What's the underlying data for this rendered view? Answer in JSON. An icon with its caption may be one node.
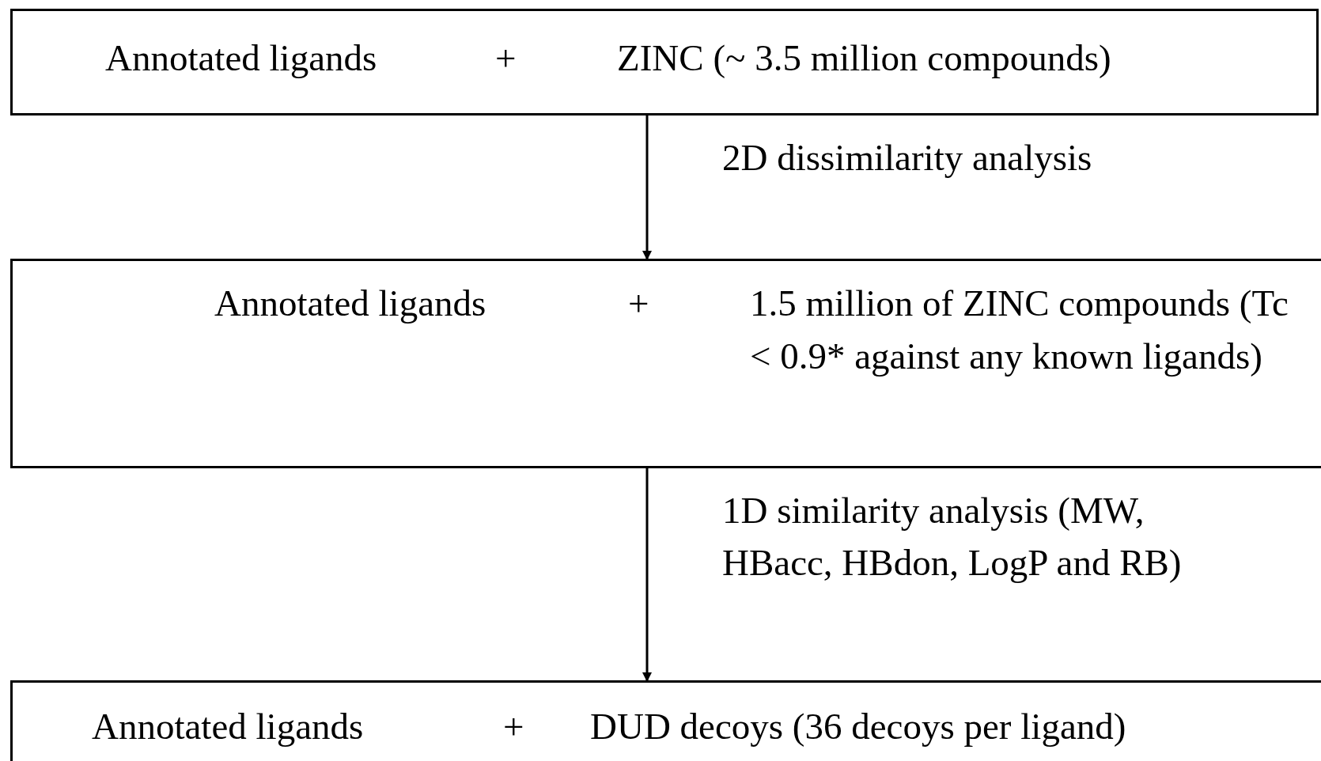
{
  "diagram": {
    "nodes": [
      {
        "text": [
          "Annotated ligands",
          "+",
          "ZINC (~ 3.5 million compounds)"
        ]
      },
      {
        "text": [
          "Annotated ligands",
          "+",
          "1.5 million of ZINC compounds (Tc < 0.9* against any known ligands)"
        ]
      },
      {
        "text": [
          "Annotated ligands",
          "+",
          "DUD decoys (36 decoys per ligand)"
        ]
      }
    ],
    "edges": [
      {
        "from": 0,
        "to": 1,
        "arrow": "to",
        "label": "2D dissimilarity analysis"
      },
      {
        "from": 1,
        "to": 2,
        "arrow": "to",
        "label": "1D similarity analysis (MW, HBacc, HBdon, LogP and RB)"
      }
    ]
  }
}
